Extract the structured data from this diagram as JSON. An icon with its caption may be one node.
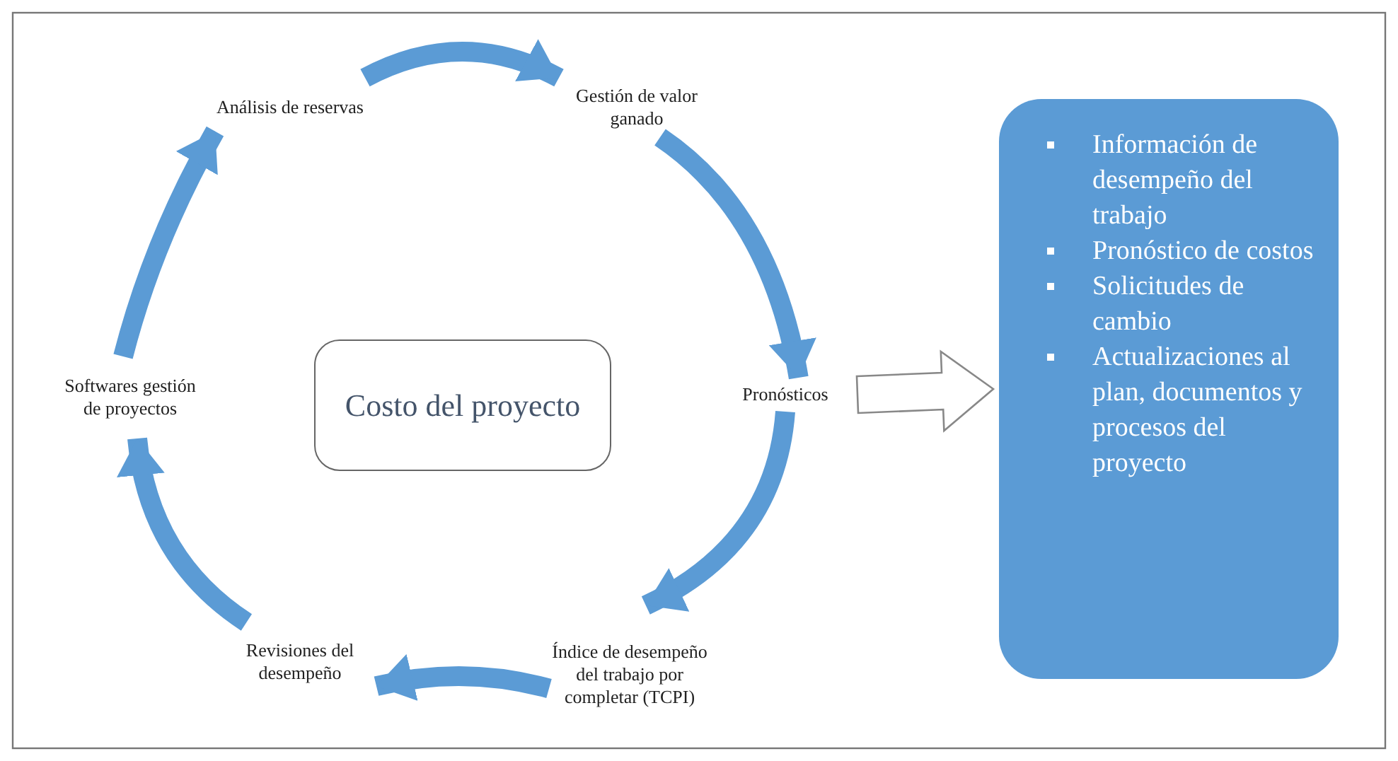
{
  "diagram": {
    "nodes": [
      {
        "text": [
          "Análisis de reservas"
        ]
      },
      {
        "text": [
          "Gestión de valor ganado"
        ]
      },
      {
        "text": [
          "Softwares gestión de proyectos"
        ]
      },
      {
        "text": [
          "Costo del proyecto"
        ]
      },
      {
        "text": [
          "Pronósticos"
        ]
      },
      {
        "text": [
          "Información de desempeño del trabajo",
          "Pronóstico de costos",
          "Solicitudes de cambio",
          "Actualizaciones al plan, documentos y procesos del proyecto"
        ]
      },
      {
        "text": [
          "Revisiones del desempeño"
        ]
      },
      {
        "text": [
          "Índice de desempeño del trabajo por completar (TCPI)"
        ]
      }
    ],
    "edges": [
      {
        "from": 0,
        "to": 1,
        "arrow": "to"
      },
      {
        "from": 1,
        "to": 4,
        "arrow": "to"
      },
      {
        "from": 4,
        "to": 7,
        "arrow": "to"
      },
      {
        "from": 7,
        "to": 6,
        "arrow": "to"
      },
      {
        "from": 6,
        "to": 2,
        "arrow": "to"
      },
      {
        "from": 2,
        "to": 0,
        "arrow": "to"
      },
      {
        "from": 4,
        "to": 5,
        "arrow": "to",
        "color": "#ffffff"
      }
    ]
  }
}
